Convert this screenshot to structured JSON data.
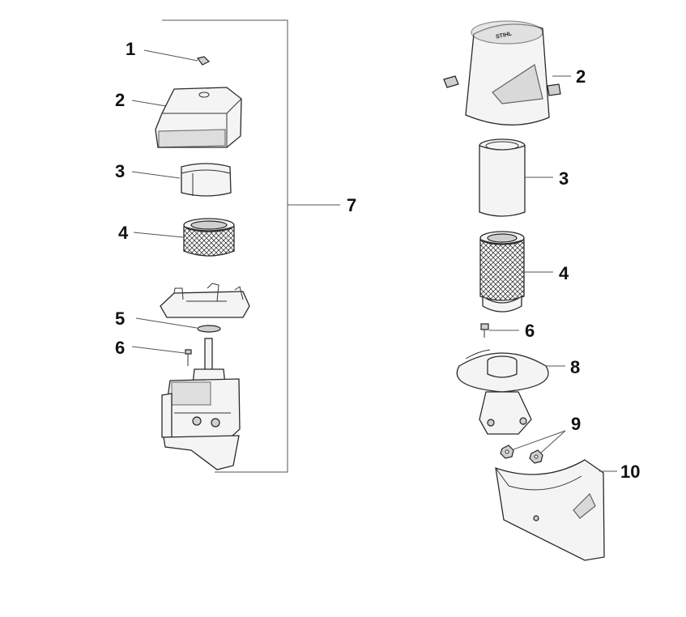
{
  "callouts": {
    "left_1": "1",
    "left_2": "2",
    "left_3": "3",
    "left_4": "4",
    "left_5": "5",
    "left_6": "6",
    "assembly_7": "7",
    "right_2": "2",
    "right_3": "3",
    "right_4": "4",
    "right_6": "6",
    "right_8": "8",
    "right_9": "9",
    "right_10": "10"
  },
  "cover_logo_text": "STIHL"
}
